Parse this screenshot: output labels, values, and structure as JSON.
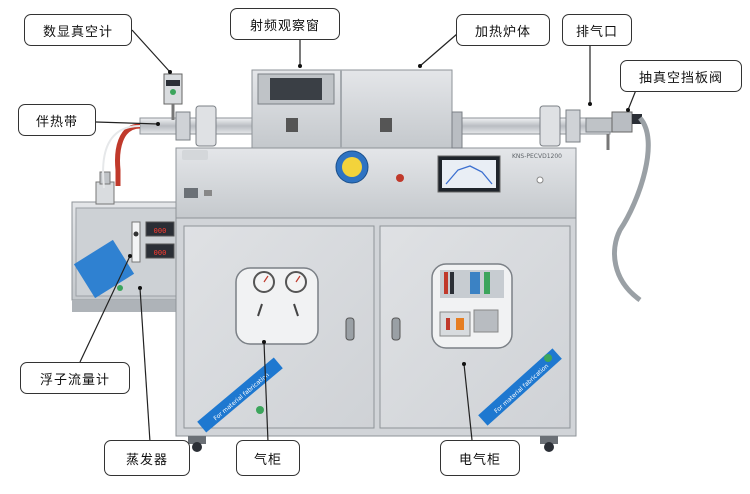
{
  "labels": {
    "vacuum_gauge": "数显真空计",
    "rf_window": "射频观察窗",
    "furnace_body": "加热炉体",
    "exhaust_port": "排气口",
    "pump_baffle_valve": "抽真空挡板阀",
    "heating_tape": "伴热带",
    "float_flowmeter": "浮子流量计",
    "evaporator": "蒸发器",
    "gas_cabinet": "气柜",
    "electric_cabinet": "电气柜"
  },
  "machine": {
    "model_plate": "KNS-PECVD1200",
    "door_tag_left": "For material fabrication",
    "door_tag_right": "For material fabrication"
  },
  "colors": {
    "machine_body": "#c9ccd0",
    "panel_dark": "#b9bdc2",
    "tag_blue": "#1e78d0",
    "heating_tape_red": "#c0392b",
    "callout_border": "#333333"
  }
}
